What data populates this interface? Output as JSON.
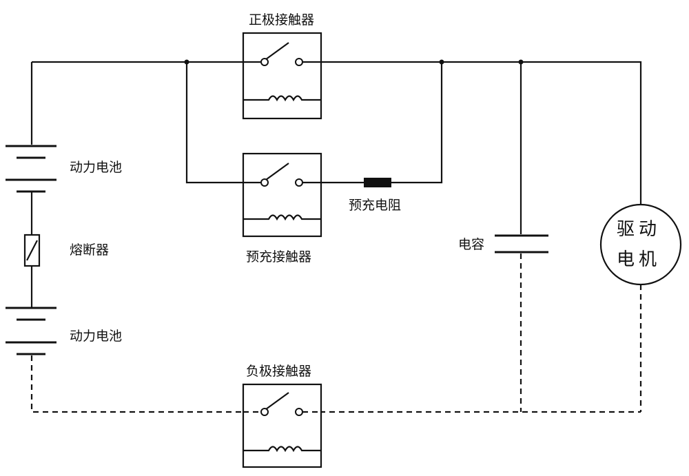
{
  "labels": {
    "positive_contactor": "正极接触器",
    "precharge_contactor": "预充接触器",
    "negative_contactor": "负极接触器",
    "precharge_resistor": "预充电阻",
    "capacitor": "电容",
    "battery_top": "动力电池",
    "fuse": "熔断器",
    "battery_bottom": "动力电池",
    "motor_line1": "驱动",
    "motor_line2": "电机"
  }
}
